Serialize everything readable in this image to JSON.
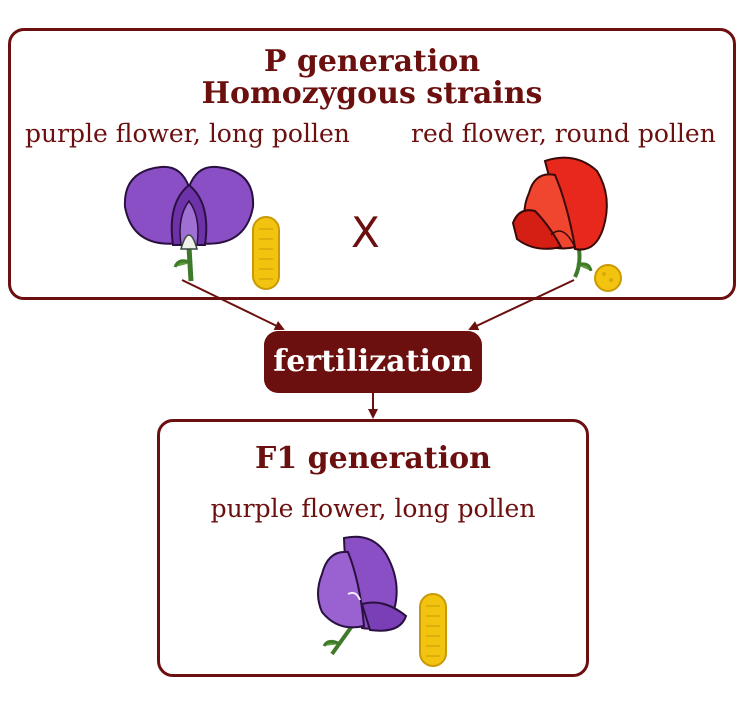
{
  "p_generation": {
    "title": "P generation",
    "subtitle": "Homozygous strains",
    "left_label": "purple flower, long pollen",
    "right_label": "red flower, round pollen",
    "cross_symbol": "X",
    "left_flower_icon": "purple-flower-icon",
    "left_pollen_icon": "long-pollen-icon",
    "right_flower_icon": "red-flower-icon",
    "right_pollen_icon": "round-pollen-icon"
  },
  "process": {
    "label": "fertilization"
  },
  "f1_generation": {
    "title": "F1 generation",
    "label": "purple flower, long pollen",
    "flower_icon": "purple-flower-icon",
    "pollen_icon": "long-pollen-icon"
  },
  "colors": {
    "border": "#6b0f0f",
    "purple_flower": "#8a4fc4",
    "red_flower": "#e8281c",
    "pollen": "#f2c40f"
  }
}
